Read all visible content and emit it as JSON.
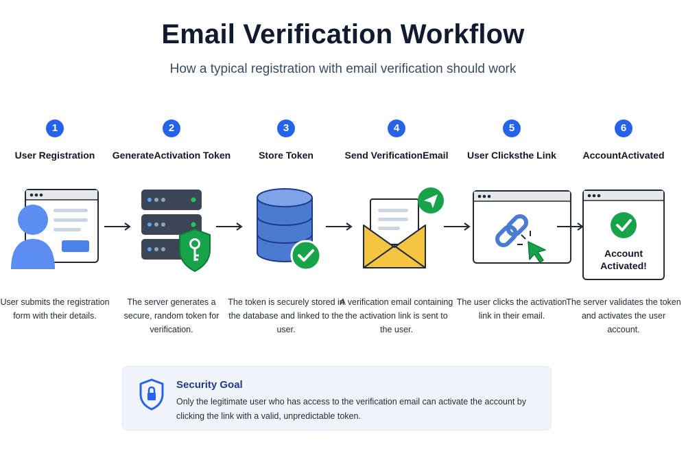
{
  "header": {
    "title": "Email Verification Workflow",
    "subtitle": "How a typical registration with email verification should work"
  },
  "steps": [
    {
      "number": "1",
      "label_lines": [
        "User Registration"
      ],
      "icon": "user-form-icon",
      "description": "User submits the registration form with their details."
    },
    {
      "number": "2",
      "label_lines": [
        "Generate",
        "Activation Token"
      ],
      "icon": "server-key-icon",
      "description": "The server generates a secure, random token for verification."
    },
    {
      "number": "3",
      "label_lines": [
        "Store Token"
      ],
      "icon": "database-check-icon",
      "description": "The token is securely stored in the database and linked to the user."
    },
    {
      "number": "4",
      "label_lines": [
        "Send Verification",
        "Email"
      ],
      "icon": "email-send-icon",
      "description": "A verification email containing the activation link is sent to the user."
    },
    {
      "number": "5",
      "label_lines": [
        "User Clicks",
        "the Link"
      ],
      "icon": "link-click-icon",
      "description": "The user clicks the activation link in their email."
    },
    {
      "number": "6",
      "label_lines": [
        "Account",
        "Activated"
      ],
      "icon": "account-activated-icon",
      "description": "The server validates the token and activates the user account.",
      "screen_text_lines": [
        "Account",
        "Activated!"
      ]
    }
  ],
  "security_goal": {
    "icon": "shield-lock-icon",
    "title": "Security Goal",
    "text": "Only the legitimate user who has access to the verification email can activate the account by clicking the link with a valid, unpredictable token."
  },
  "colors": {
    "primary_blue": "#2563eb",
    "green": "#16a34a",
    "email_yellow": "#f5c542",
    "server_dark": "#374151",
    "database_blue": "#4a7bd0",
    "panel_bg": "#f1f5fb"
  }
}
